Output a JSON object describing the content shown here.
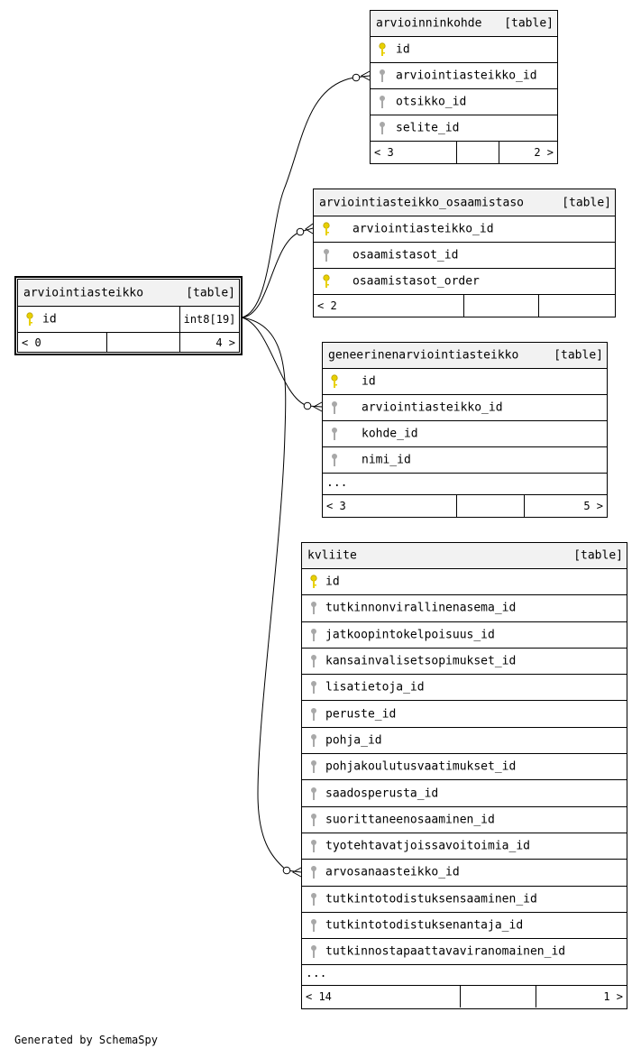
{
  "diagram": {
    "tables": {
      "arviointiasteikko": {
        "name": "arviointiasteikko",
        "kind": "[table]",
        "columns": [
          {
            "name": "id",
            "key": "pk",
            "type": "int8[19]"
          }
        ],
        "parents": "< 0",
        "children": "4 >"
      },
      "arvioinninkohde": {
        "name": "arvioinninkohde",
        "kind": "[table]",
        "columns": [
          {
            "name": "id",
            "key": "pk"
          },
          {
            "name": "arviointiasteikko_id",
            "key": "fk"
          },
          {
            "name": "otsikko_id",
            "key": "fk"
          },
          {
            "name": "selite_id",
            "key": "fk"
          }
        ],
        "parents": "< 3",
        "children": "2 >"
      },
      "arviointiasteikko_osaamistaso": {
        "name": "arviointiasteikko_osaamistaso",
        "kind": "[table]",
        "columns": [
          {
            "name": "arviointiasteikko_id",
            "key": "pk"
          },
          {
            "name": "osaamistasot_id",
            "key": "fk"
          },
          {
            "name": "osaamistasot_order",
            "key": "pk"
          }
        ],
        "parents": "< 2",
        "children": ""
      },
      "geneerinenarviointiasteikko": {
        "name": "geneerinenarviointiasteikko",
        "kind": "[table]",
        "columns": [
          {
            "name": "id",
            "key": "pk"
          },
          {
            "name": "arviointiasteikko_id",
            "key": "fk"
          },
          {
            "name": "kohde_id",
            "key": "fk"
          },
          {
            "name": "nimi_id",
            "key": "fk"
          }
        ],
        "more": "...",
        "parents": "< 3",
        "children": "5 >"
      },
      "kvliite": {
        "name": "kvliite",
        "kind": "[table]",
        "columns": [
          {
            "name": "id",
            "key": "pk"
          },
          {
            "name": "tutkinnonvirallinenasema_id",
            "key": "fk"
          },
          {
            "name": "jatkoopintokelpoisuus_id",
            "key": "fk"
          },
          {
            "name": "kansainvalisetsopimukset_id",
            "key": "fk"
          },
          {
            "name": "lisatietoja_id",
            "key": "fk"
          },
          {
            "name": "peruste_id",
            "key": "fk"
          },
          {
            "name": "pohja_id",
            "key": "fk"
          },
          {
            "name": "pohjakoulutusvaatimukset_id",
            "key": "fk"
          },
          {
            "name": "saadosperusta_id",
            "key": "fk"
          },
          {
            "name": "suorittaneenosaaminen_id",
            "key": "fk"
          },
          {
            "name": "tyotehtavatjoissavoitoimia_id",
            "key": "fk"
          },
          {
            "name": "arvosanaasteikko_id",
            "key": "fk"
          },
          {
            "name": "tutkintotodistuksensaaminen_id",
            "key": "fk"
          },
          {
            "name": "tutkintotodistuksenantaja_id",
            "key": "fk"
          },
          {
            "name": "tutkinnostapaattavaviranomainen_id",
            "key": "fk"
          }
        ],
        "more": "...",
        "parents": "< 14",
        "children": "1 >"
      }
    },
    "colors": {
      "primary_key": "#e8d000",
      "foreign_key": "#a8a8a8",
      "header_bg": "#f2f2f2"
    }
  },
  "footer": {
    "text": "Generated by SchemaSpy"
  }
}
